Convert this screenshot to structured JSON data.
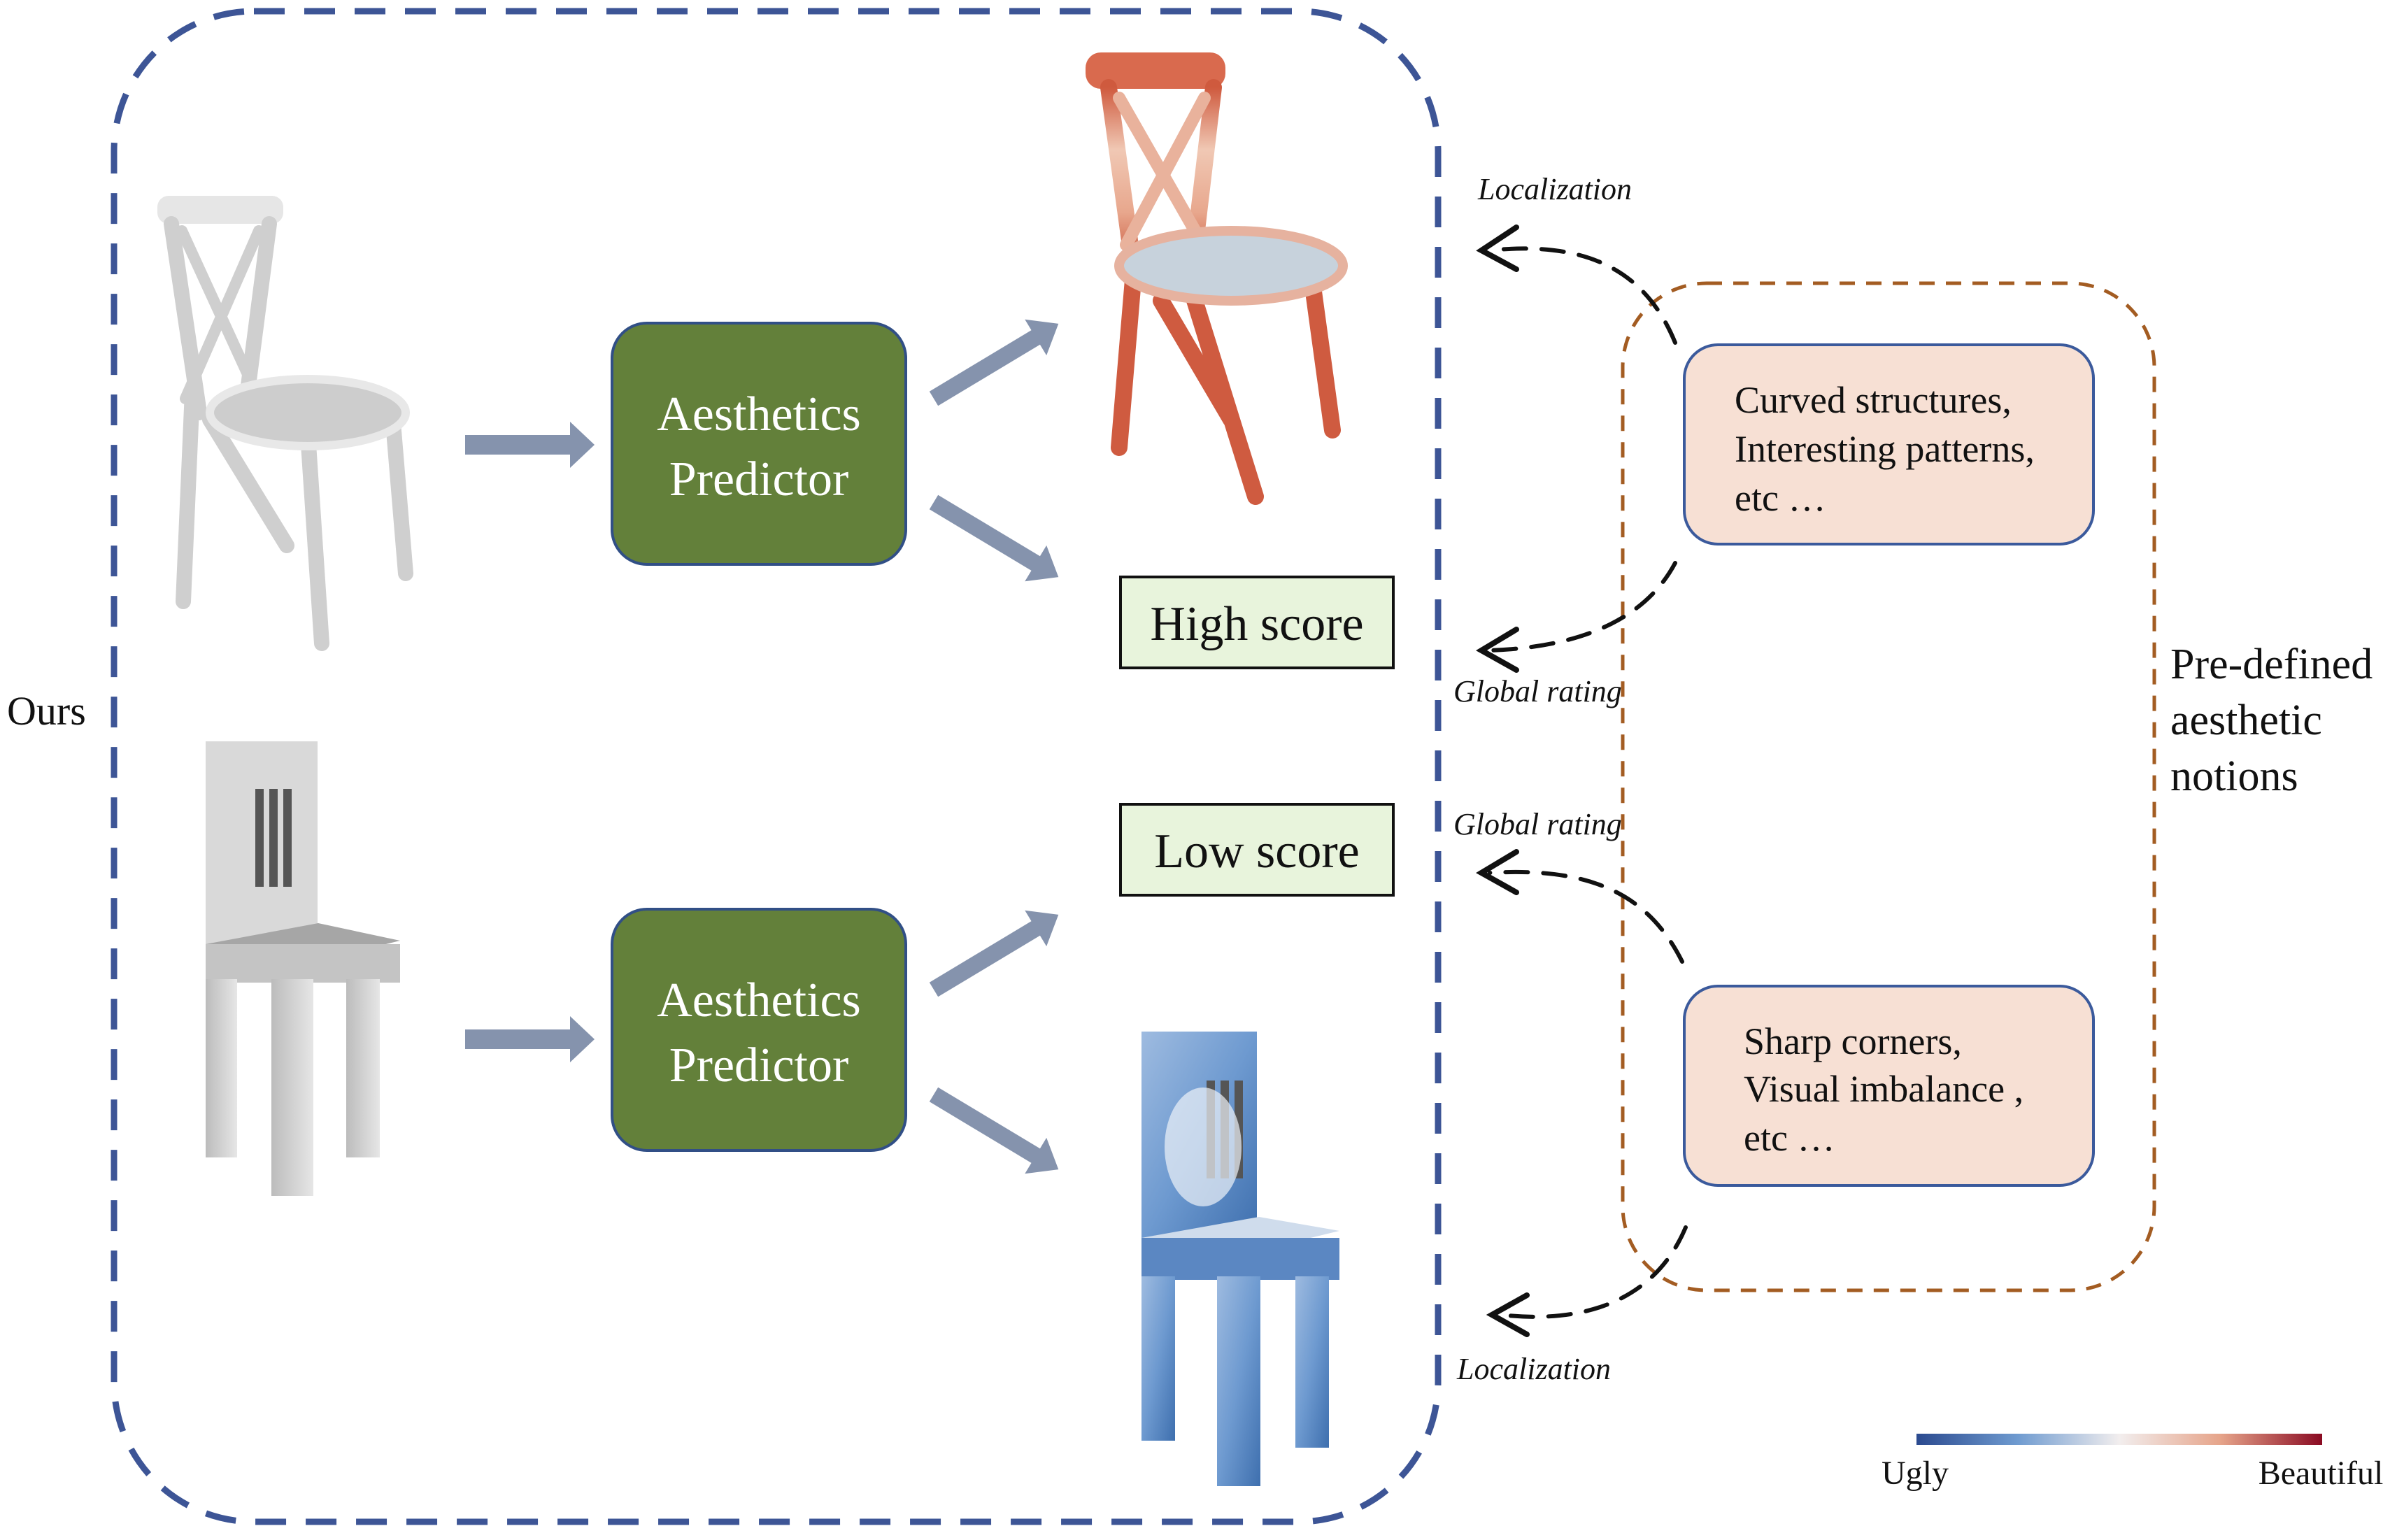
{
  "side_label": "Ours",
  "predictor_top": {
    "line1": "Aesthetics",
    "line2": "Predictor"
  },
  "predictor_bottom": {
    "line1": "Aesthetics",
    "line2": "Predictor"
  },
  "score_high": "High score",
  "score_low": "Low score",
  "annotations": {
    "localization_top": "Localization",
    "global_rating_top": "Global rating",
    "global_rating_bottom": "Global rating",
    "localization_bottom": "Localization"
  },
  "notion_positive": {
    "line1": "Curved structures,",
    "line2": "Interesting patterns,",
    "line3": "etc …"
  },
  "notion_negative": {
    "line1": "Sharp corners,",
    "line2": "Visual imbalance ,",
    "line3": "etc …"
  },
  "notions_title": {
    "line1": "Pre-defined",
    "line2": "aesthetic",
    "line3": "notions"
  },
  "colorbar": {
    "low_label": "Ugly",
    "high_label": "Beautiful",
    "colors": [
      "#2b4a8f",
      "#6f9bd0",
      "#f2eeee",
      "#e6a48a",
      "#8a0a22"
    ]
  },
  "colors": {
    "ours_border": "#3d5596",
    "notion_border": "#a35c22",
    "predictor_fill": "#63803a",
    "predictor_border": "#314f86",
    "score_fill": "#e8f4dc",
    "notion_fill": "#f7e0d4",
    "notion_box_border": "#3b5a9c",
    "flow_arrow": "#8593ad"
  }
}
